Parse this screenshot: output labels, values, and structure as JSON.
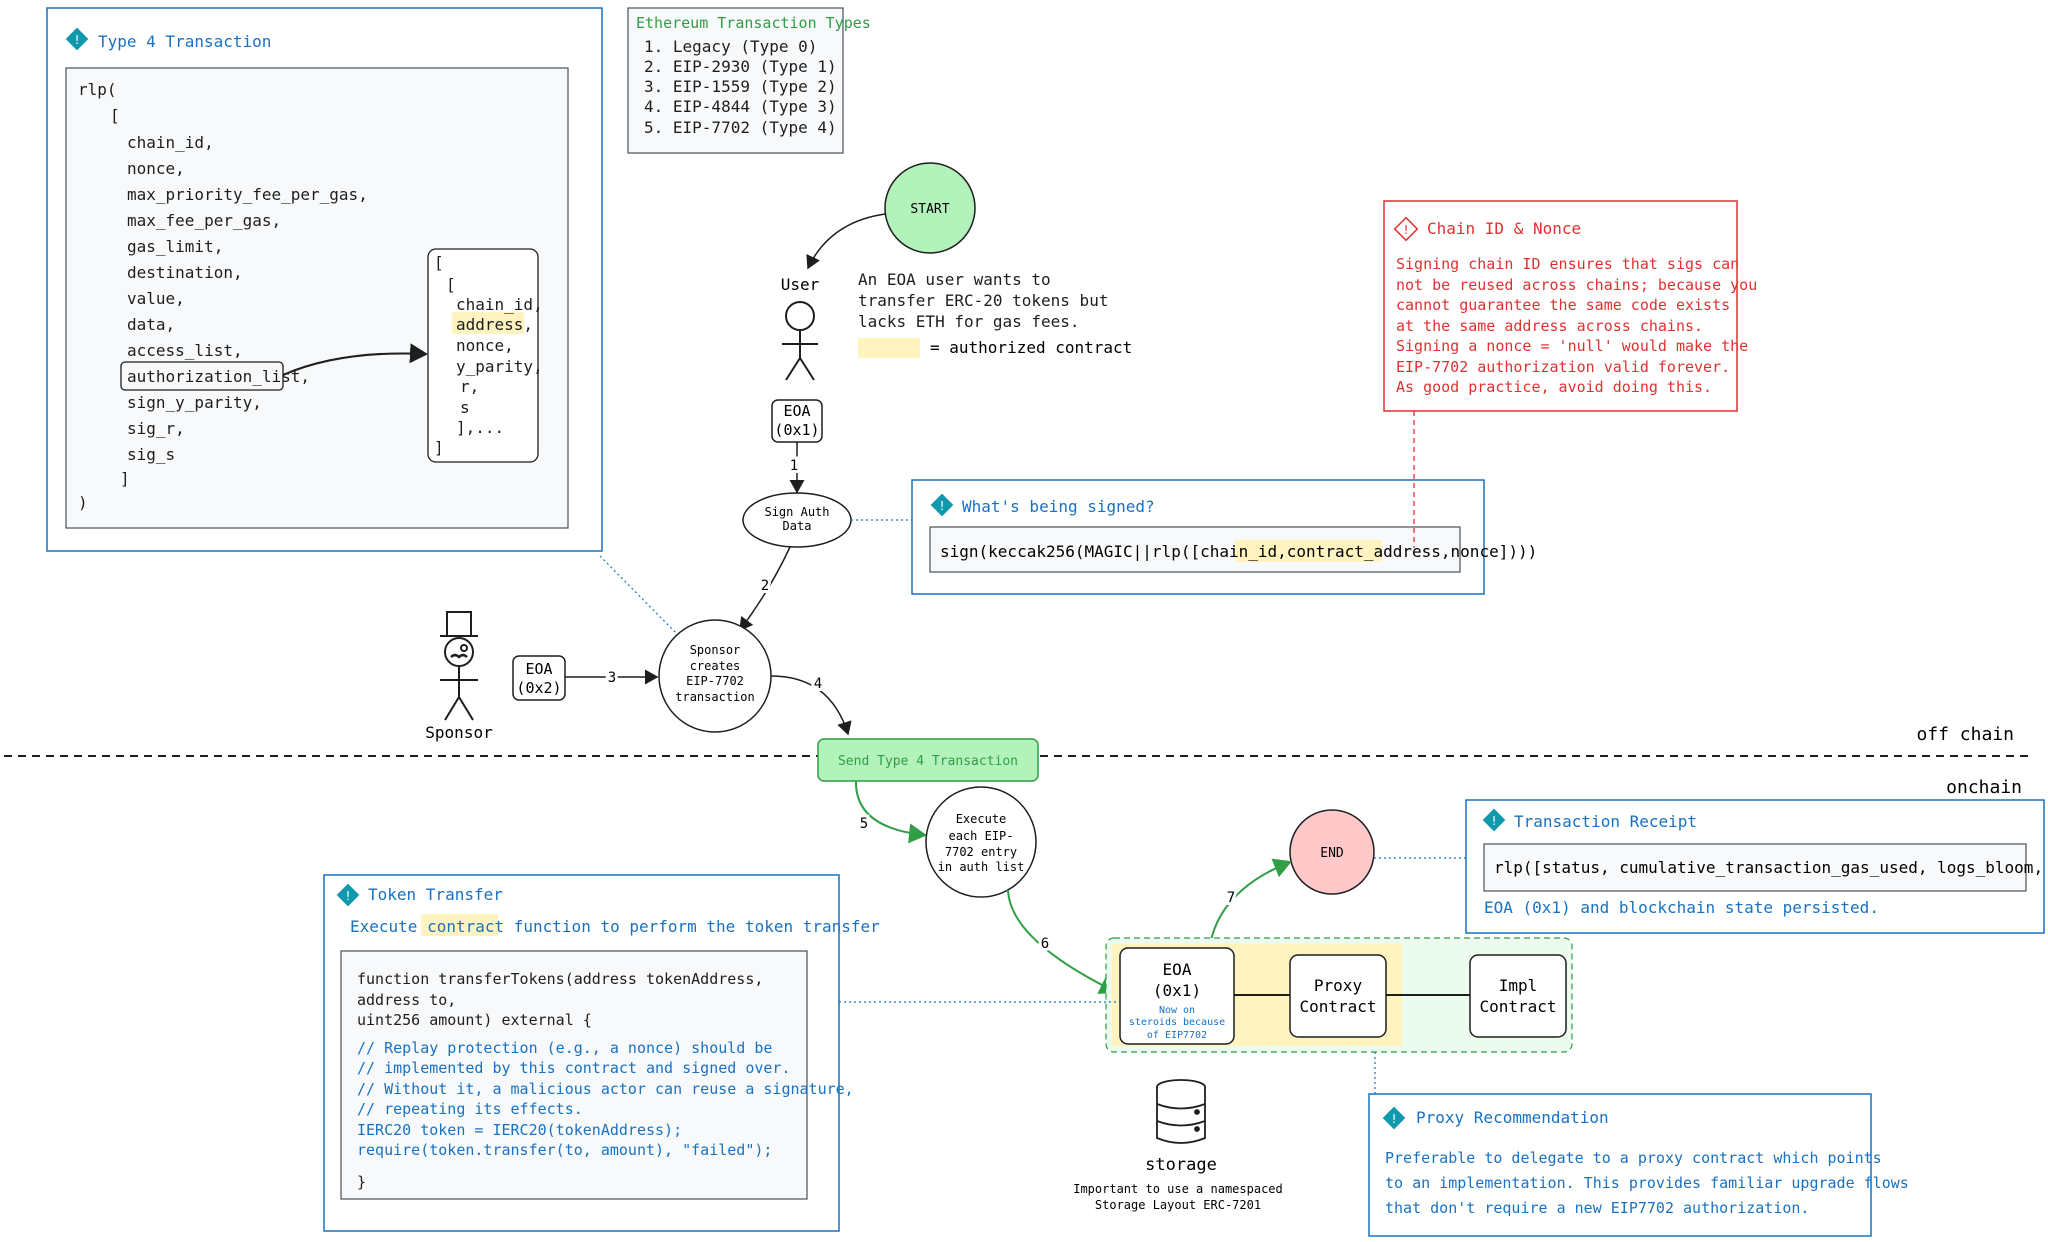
{
  "type4_box": {
    "title": "Type 4 Transaction",
    "code_lines": [
      "rlp(",
      "[",
      "chain_id,",
      "nonce,",
      "max_priority_fee_per_gas,",
      "max_fee_per_gas,",
      "gas_limit,",
      "destination,",
      "value,",
      "data,",
      "access_list,",
      "authorization_list,",
      "sign_y_parity,",
      "sig_r,",
      "sig_s",
      "]",
      ")"
    ],
    "auth_list_lines": [
      "[",
      "[",
      "chain_id,",
      "address,",
      "nonce,",
      "y_parity,",
      "r,",
      "s",
      "],...",
      "]"
    ]
  },
  "types_box": {
    "title": "Ethereum Transaction Types",
    "items": [
      "1. Legacy (Type 0)",
      "2. EIP-2930 (Type 1)",
      "3. EIP-1559 (Type 2)",
      "4. EIP-4844 (Type 3)",
      "5. EIP-7702 (Type 4)"
    ]
  },
  "start": "START",
  "end": "END",
  "user": {
    "label": "User",
    "description": [
      "An EOA user wants to",
      "transfer ERC-20 tokens but",
      "lacks ETH for gas fees."
    ],
    "legend_label": "= authorized contract"
  },
  "eoa_user": [
    "EOA",
    "(0x1)"
  ],
  "eoa_sponsor": [
    "EOA",
    "(0x2)"
  ],
  "sponsor_label": "Sponsor",
  "sign_auth": [
    "Sign Auth",
    "Data"
  ],
  "sponsor_creates": [
    "Sponsor",
    "creates",
    "EIP-7702",
    "transaction"
  ],
  "send_tx": "Send Type 4 Transaction",
  "execute": [
    "Execute",
    "each EIP-",
    "7702 entry",
    "in auth list"
  ],
  "steps": [
    "1",
    "2",
    "3",
    "4",
    "5",
    "6",
    "7"
  ],
  "off_chain": "off chain",
  "onchain": "onchain",
  "chain_nonce_box": {
    "title": "Chain ID & Nonce",
    "lines": [
      "Signing chain ID ensures that sigs can",
      "not be reused across chains; because you",
      "cannot guarantee the same code exists",
      "at the same address across chains.",
      "Signing a nonce = 'null' would make the",
      "EIP-7702 authorization valid forever.",
      "As good practice, avoid doing this."
    ]
  },
  "signed_box": {
    "title": "What's being signed?",
    "sign_pre": "sign(keccak256(MAGIC||rlp([chain_id,",
    "sign_hl": "contract_address",
    "sign_post": ",nonce])))"
  },
  "receipt_box": {
    "title": "Transaction Receipt",
    "code": "rlp([status, cumulative_transaction_gas_used, logs_bloom, logs])",
    "note": "EOA (0x1) and blockchain state persisted."
  },
  "token_box": {
    "title": "Token Transfer",
    "subtitle_pre": "Execute ",
    "subtitle_hl": "contract",
    "subtitle_post": " function to perform the token transfer",
    "code_lines": [
      "function transferTokens(address tokenAddress,",
      "                        address to,",
      "                        uint256 amount) external {",
      "  // Replay protection (e.g., a nonce) should be",
      "  // implemented by this contract and signed over.",
      "  // Without it, a malicious actor can reuse a signature,",
      "  // repeating its effects.",
      "  IERC20 token = IERC20(tokenAddress);",
      "  require(token.transfer(to, amount), \"failed\");",
      "",
      "}"
    ]
  },
  "eoa_steroids": {
    "title": [
      "EOA",
      "(0x1)"
    ],
    "note": [
      "Now on",
      "steroids because",
      "of EIP7702"
    ]
  },
  "proxy_contract": [
    "Proxy",
    "Contract"
  ],
  "impl_contract": [
    "Impl",
    "Contract"
  ],
  "storage": {
    "label": "storage",
    "note": [
      "Important to use a namespaced",
      "Storage Layout ERC-7201"
    ]
  },
  "proxy_rec_box": {
    "title": "Proxy Recommendation",
    "lines": [
      "Preferable to delegate to a proxy contract which points",
      "to an implementation. This provides familiar upgrade flows",
      "that don't require a new EIP7702 authorization."
    ]
  },
  "colors": {
    "ink": "#1e1e1e",
    "blue": "#1971c2",
    "red": "#e03131",
    "green_fill": "#b2f2bb",
    "green_stroke": "#2f9e44",
    "red_fill": "#ffc9c9",
    "yellow_hl": "#fff3bf",
    "teal_icon": "#1098ad"
  }
}
